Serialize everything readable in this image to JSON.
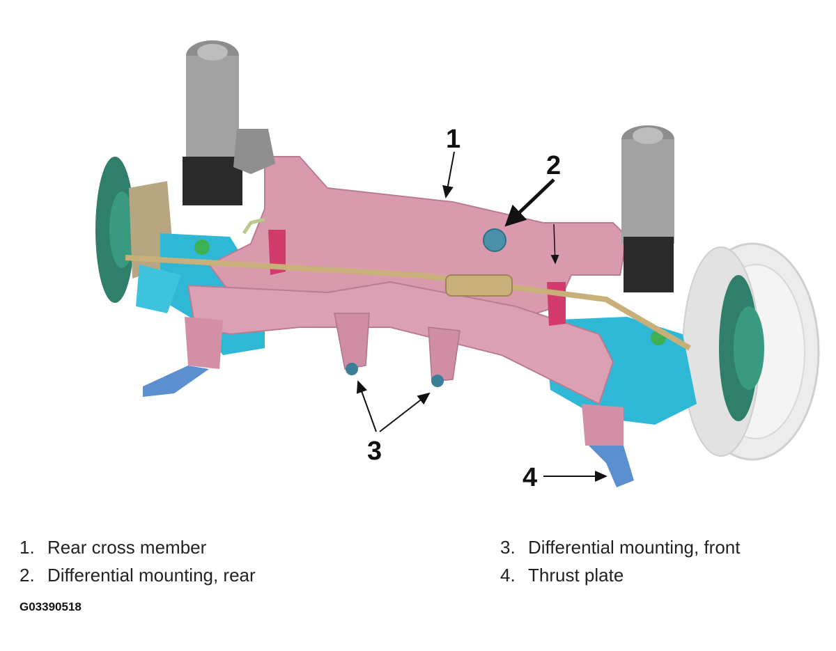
{
  "callouts": [
    "1",
    "2",
    "3",
    "4"
  ],
  "legend": [
    {
      "num": "1.",
      "label": "Rear cross member"
    },
    {
      "num": "2.",
      "label": "Differential mounting, rear"
    },
    {
      "num": "3.",
      "label": "Differential mounting, front"
    },
    {
      "num": "4.",
      "label": "Thrust plate"
    }
  ],
  "figure_id": "G03390518",
  "colors": {
    "cross_member": "#d99aae",
    "control_arm": "#2fb7d6",
    "shock_absorber": "#9a9a9a",
    "hub": "#2f7f6a",
    "drive_shaft": "#c9b07a",
    "wheel_rim": "#e6e6e6"
  }
}
